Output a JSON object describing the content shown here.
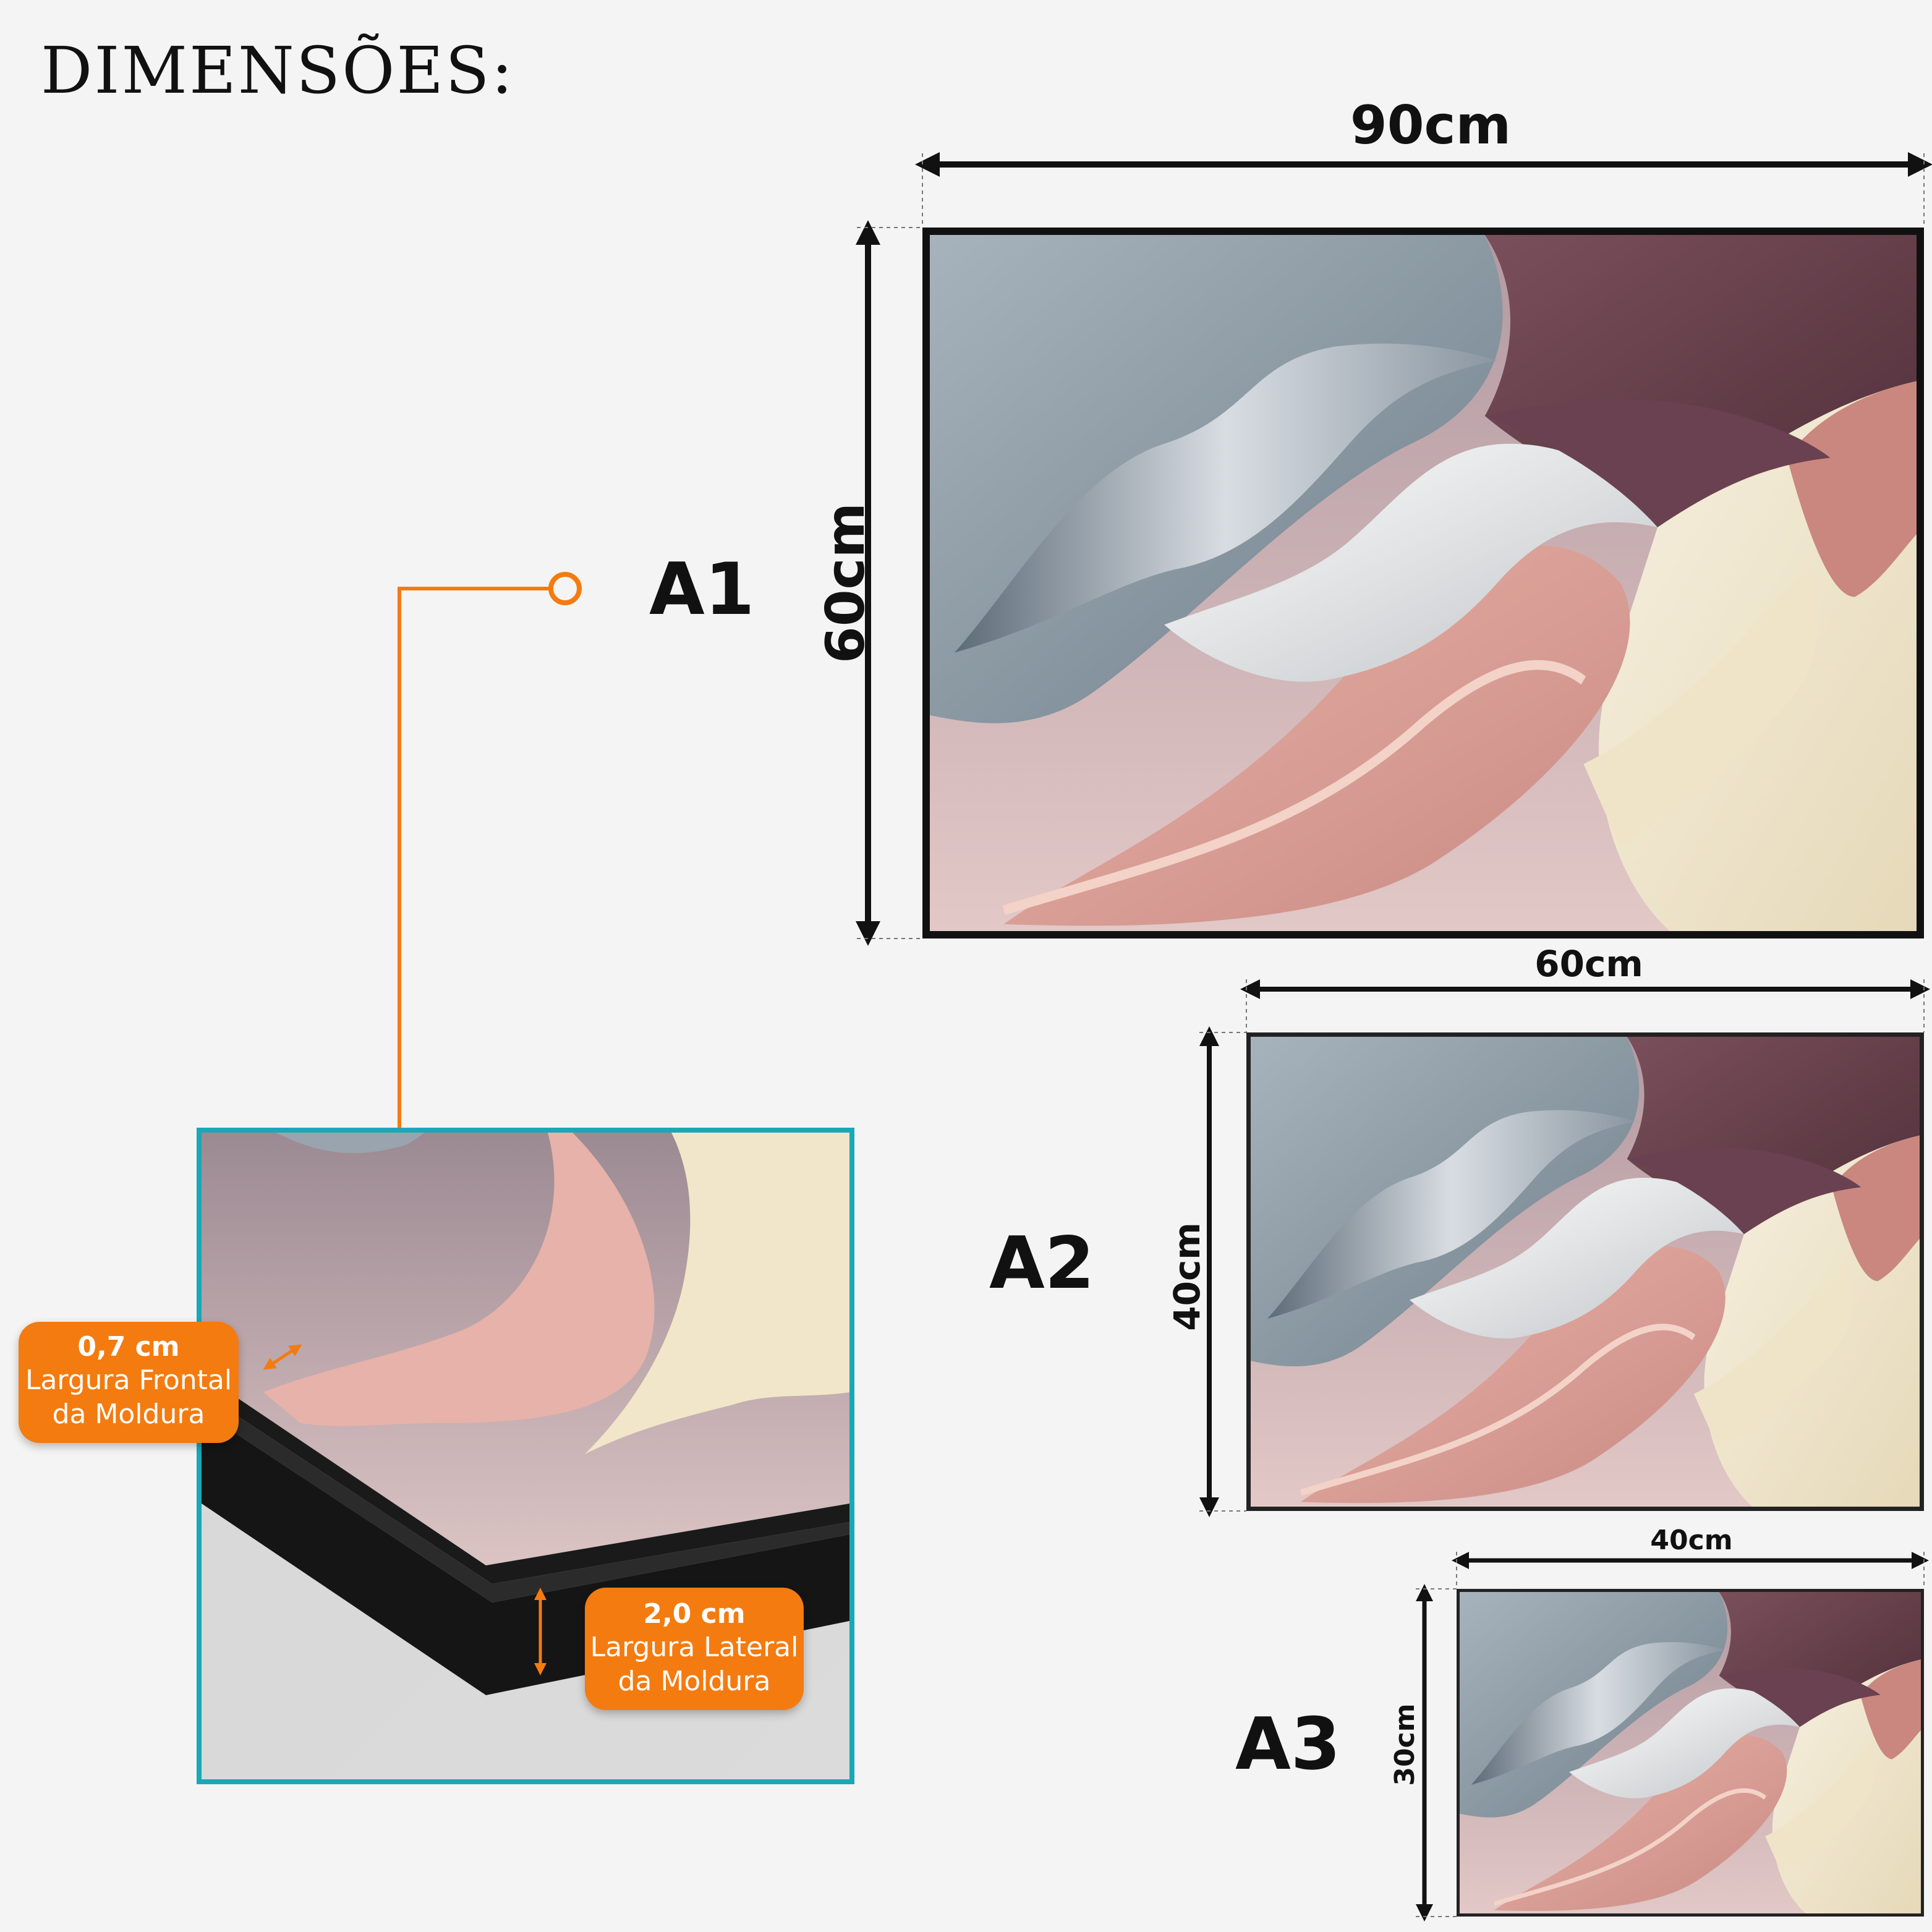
{
  "title": "DIMENSÕES:",
  "sizes": [
    {
      "code": "A1",
      "width": "90cm",
      "height": "60cm"
    },
    {
      "code": "A2",
      "width": "60cm",
      "height": "40cm"
    },
    {
      "code": "A3",
      "width": "40cm",
      "height": "30cm"
    }
  ],
  "detail": {
    "front": {
      "value": "0,7 cm",
      "line1": "Largura Frontal",
      "line2": "da Moldura"
    },
    "side": {
      "value": "2,0 cm",
      "line1": "Largura Lateral",
      "line2": "da Moldura"
    }
  },
  "colors": {
    "background": "#f4f4f4",
    "frame": "#111111",
    "callout": "#f47b10",
    "connector": "#f47b10",
    "detail_border": "#19a8b8"
  }
}
